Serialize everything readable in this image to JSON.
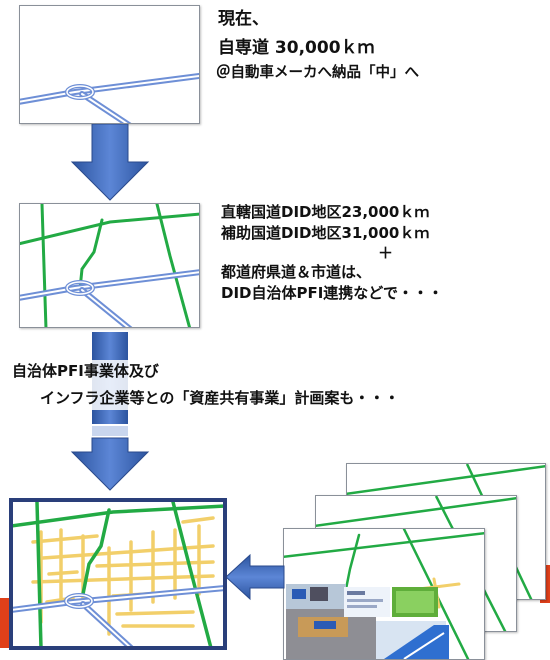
{
  "panel1": {
    "line1": "現在、",
    "line2": "自専道 30,000ｋｍ",
    "line3": "＠自動車メーカへ納品「中」へ"
  },
  "panel2": {
    "line1": "直轄国道DID地区23,000ｋｍ",
    "line2": "補助国道DID地区31,000ｋｍ",
    "plus": "＋",
    "line3": "都道府県道＆市道は、",
    "line4": "DID自治体PFI連携などで・・・"
  },
  "middle": {
    "line1": "自治体PFI事業体及び",
    "line2": "インフラ企業等との「資産共有事業」計画案も・・・"
  },
  "colors": {
    "expressway": "#6e8fd6",
    "national_road": "#22aa44",
    "local_road": "#f2cf6a",
    "arrow": "#3d66b3",
    "final_frame": "#2a3f7a",
    "accent_red": "#e0401a"
  }
}
